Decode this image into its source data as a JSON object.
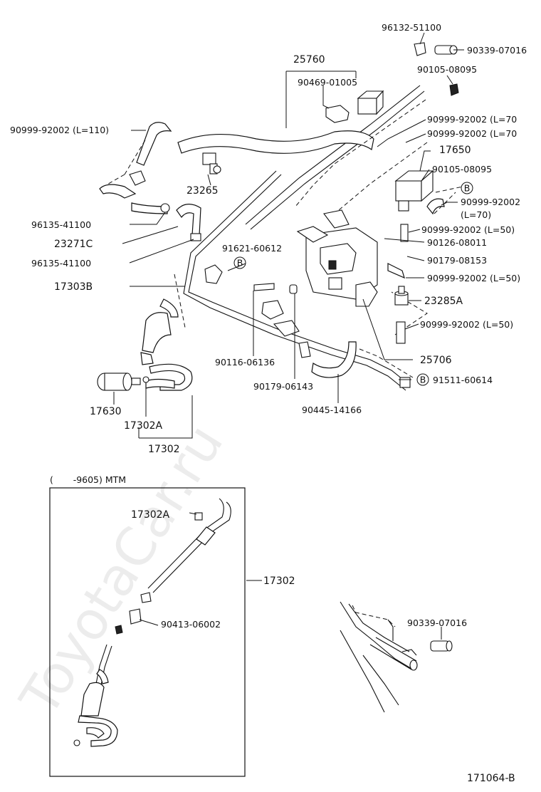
{
  "watermark": "ToyotaCar.ru",
  "diagram_id": "171064-B",
  "parts": {
    "p96132_51100": "96132-51100",
    "p90339_07016_top": "90339-07016",
    "p25760": "25760",
    "p90469_01005": "90469-01005",
    "p90105_08095_top": "90105-08095",
    "p90999_92002_L110": "90999-92002 (L=110)",
    "p90999_92002_L70_a": "90999-92002 (L=70",
    "p90999_92002_L70_b": "90999-92002 (L=70",
    "p17650": "17650",
    "p90105_08095_mid": "90105-08095",
    "p23265": "23265",
    "p90999_92002_L70_c_line1": "90999-92002",
    "p90999_92002_L70_c_line2": "(L=70)",
    "p96135_41100_a": "96135-41100",
    "p90999_92002_L50_a": "90999-92002 (L=50)",
    "p23271C": "23271C",
    "p91621_60612": "91621-60612",
    "p90126_08011": "90126-08011",
    "p96135_41100_b": "96135-41100",
    "p90179_08153": "90179-08153",
    "p90999_92002_L50_b": "90999-92002 (L=50)",
    "p17303B": "17303B",
    "p23285A": "23285A",
    "p90999_92002_L50_c": "90999-92002 (L=50)",
    "p25706": "25706",
    "p90116_06136": "90116-06136",
    "p91511_60614": "91511-60614",
    "p90179_06143": "90179-06143",
    "p17630": "17630",
    "p90445_14166": "90445-14166",
    "p17302A": "17302A",
    "p17302": "17302",
    "p17302A_inset": "17302A",
    "p17302_inset": "17302",
    "p90413_06002": "90413-06002",
    "p90339_07016_bottom": "90339-07016"
  },
  "marker_b": "B",
  "inset_caption": "(       -9605) MTM"
}
